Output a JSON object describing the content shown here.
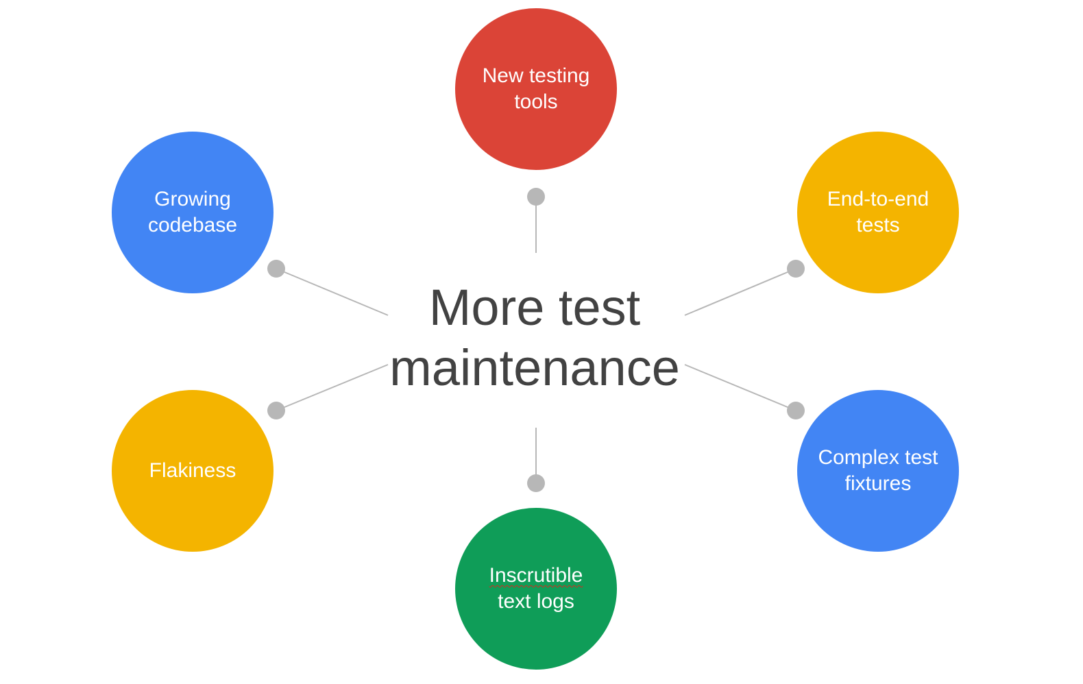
{
  "center": {
    "line1": "More test",
    "line2": "maintenance"
  },
  "nodes": [
    {
      "id": "top",
      "label": "New testing\ntools",
      "color": "#db4437"
    },
    {
      "id": "top-left",
      "label": "Growing\ncodebase",
      "color": "#4285f4"
    },
    {
      "id": "top-right",
      "label": "End-to-end\ntests",
      "color": "#f4b400"
    },
    {
      "id": "bottom-left",
      "label": "Flakiness",
      "color": "#f4b400"
    },
    {
      "id": "bottom-right",
      "label": "Complex test\nfixtures",
      "color": "#4285f4"
    },
    {
      "id": "bottom",
      "label_line1": "Inscrutible",
      "label_line2": "text logs",
      "color": "#0f9d58"
    }
  ],
  "connector_color": "#b7b7b7",
  "text_color": "#424242"
}
